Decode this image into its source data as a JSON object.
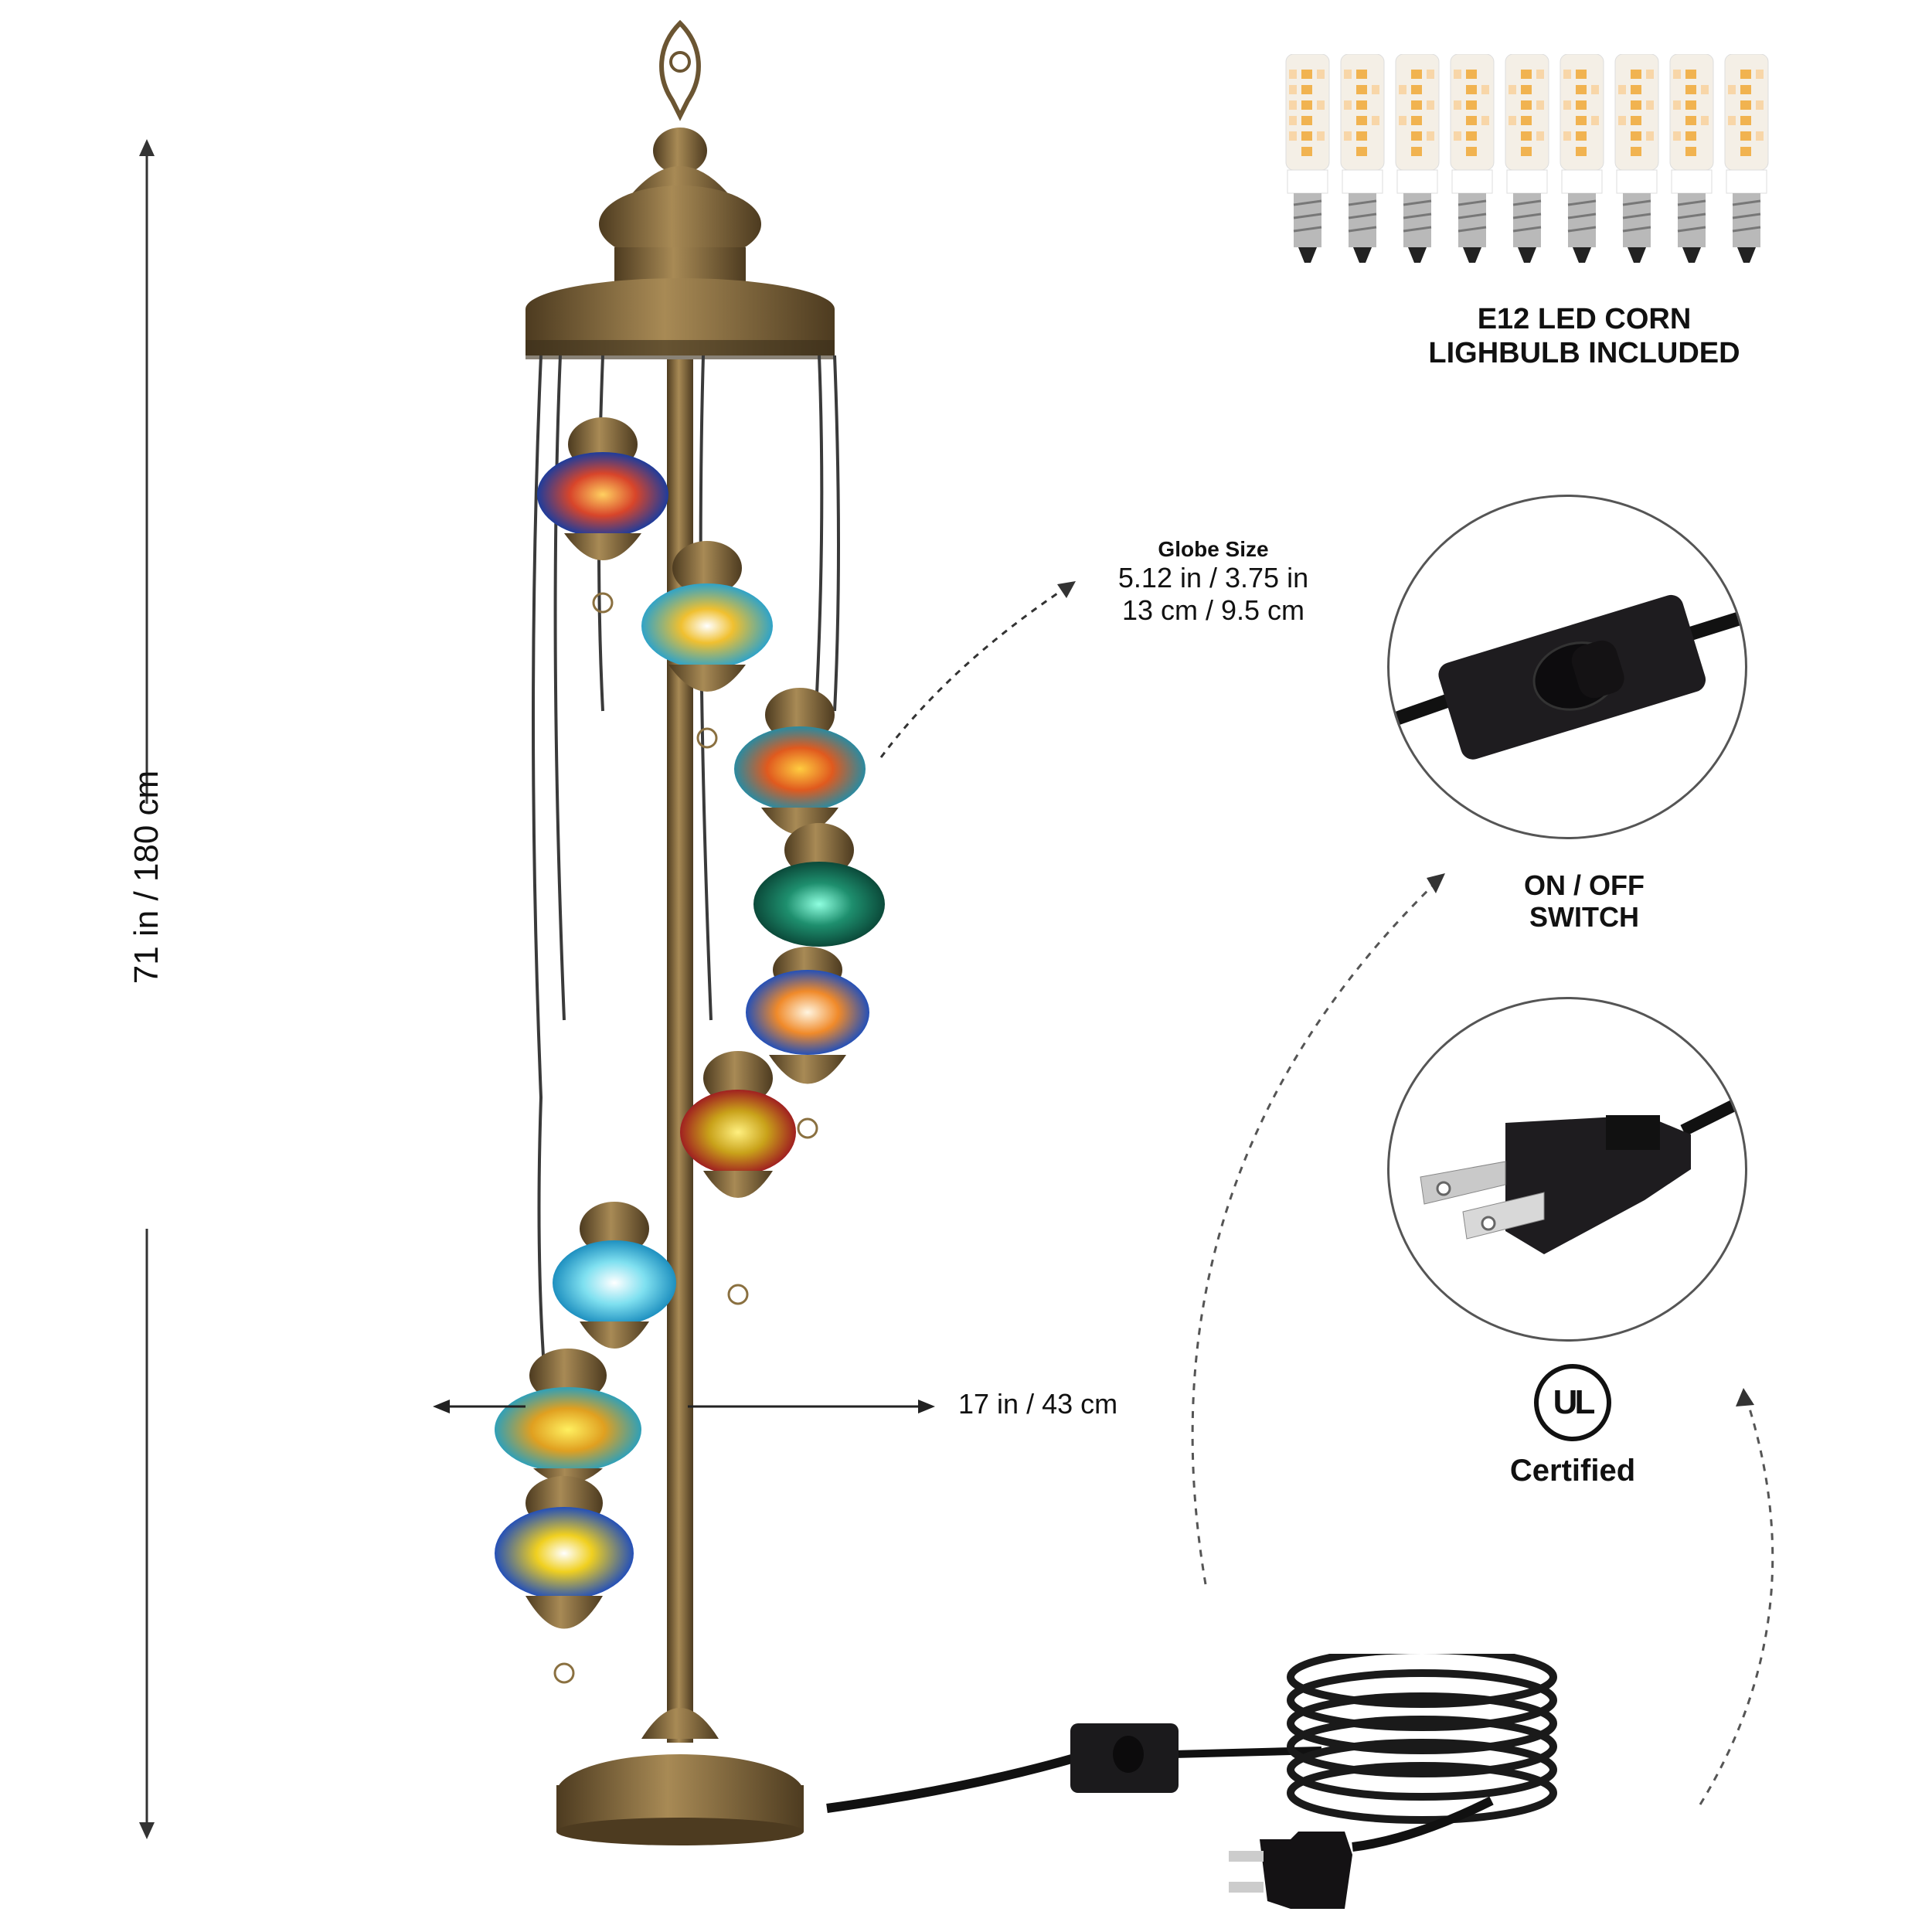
{
  "dimensions": {
    "height_label": "71 in / 180 cm",
    "width_label": "17 in / 43 cm"
  },
  "globe_size": {
    "title": "Globe Size",
    "line1": "5.12 in / 3.75 in",
    "line2": "13 cm / 9.5 cm"
  },
  "bulbs": {
    "count": 9,
    "caption_line1": "E12 LED CORN",
    "caption_line2": "LIGHBULB INCLUDED"
  },
  "switch_callout": {
    "line1": "ON / OFF",
    "line2": "SWITCH"
  },
  "certification": {
    "logo_text": "UL",
    "label": "Certified"
  },
  "colors": {
    "bronze": "#6b5532",
    "bronze_light": "#a88a55",
    "cord": "#111111",
    "globes": [
      "#d8452a",
      "#2fa3c8",
      "#e05a1e",
      "#1e8f6e",
      "#f08a2a",
      "#c9a21a",
      "#3cc0e0",
      "#e0a020",
      "#2450b8"
    ]
  }
}
